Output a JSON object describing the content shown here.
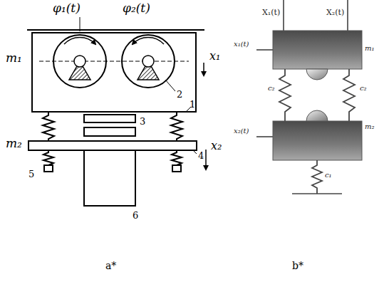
{
  "diagram": {
    "labels": [
      "φ₁(t)",
      "φ₂(t)",
      "m₁",
      "x₁",
      "2",
      "1",
      "3",
      "m₂",
      "x₂",
      "4",
      "5",
      "6",
      "X₁(t)",
      "X₂(t)",
      "x₁(t)",
      "m₁",
      "c₂",
      "c₂",
      "x₂(t)",
      "m₂",
      "c₁",
      "a*",
      "b*"
    ]
  }
}
